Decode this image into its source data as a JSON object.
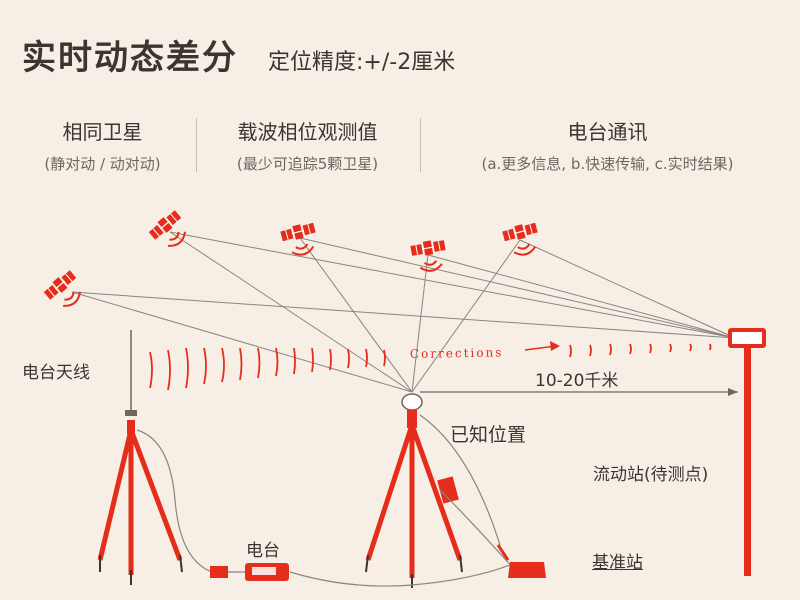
{
  "header": {
    "title": "实时动态差分",
    "subtitle": "定位精度:+/-2厘米"
  },
  "columns": [
    {
      "heading": "相同卫星",
      "note": "(静对动 / 动对动)"
    },
    {
      "heading": "载波相位观测值",
      "note": "(最少可追踪5颗卫星)"
    },
    {
      "heading": "电台通讯",
      "note": "(a.更多信息, b.快速传输, c.实时结果)"
    }
  ],
  "labels": {
    "radio_antenna": "电台天线",
    "corrections": "Corrections",
    "distance": "10-20千米",
    "known_position": "已知位置",
    "rover": "流动站(待测点)",
    "radio": "电台",
    "base_station": "基准站"
  },
  "colors": {
    "accent_red": "#e52d1c",
    "line_gray": "#8a8580",
    "background": "#f7efe6",
    "text": "#3a3530"
  },
  "icons": {
    "satellite": "satellite-icon",
    "tripod": "tripod-icon",
    "radio_device": "radio-device-icon",
    "battery": "battery-icon",
    "rover_receiver": "rover-receiver-icon"
  }
}
